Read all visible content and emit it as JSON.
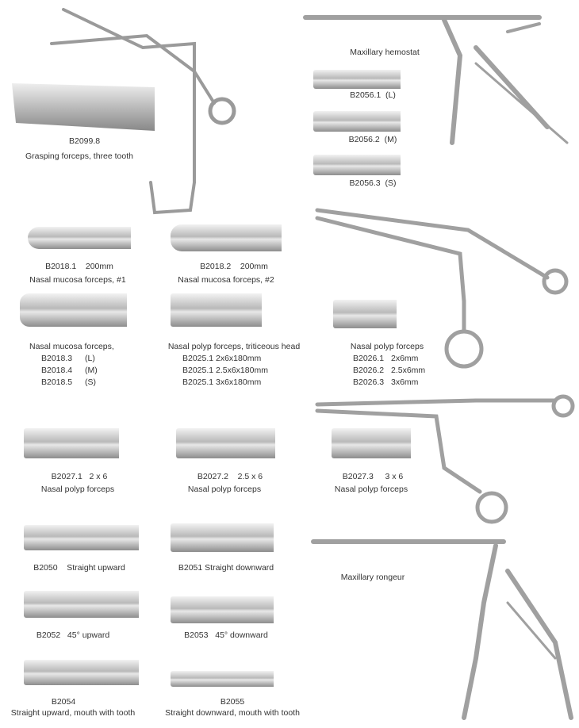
{
  "products": {
    "b2099_8": {
      "code": "B2099.8",
      "name": "Grasping forceps, three tooth"
    },
    "hemostat": {
      "title": "Maxillary hemostat",
      "variants": [
        "B2056.1  (L)",
        "B2056.2  (M)",
        "B2056.3  (S)"
      ]
    },
    "b2018_1": {
      "code": "B2018.1    200mm",
      "name": "Nasal mucosa forceps, #1"
    },
    "b2018_2": {
      "code": "B2018.2    200mm",
      "name": "Nasal mucosa forceps, #2"
    },
    "mucosa": {
      "name": "Nasal mucosa forceps,",
      "rows": [
        [
          "B2018.3",
          "(L)"
        ],
        [
          "B2018.4",
          "(M)"
        ],
        [
          "B2018.5",
          "(S)"
        ]
      ]
    },
    "b2025": {
      "name": "Nasal polyp forceps, triticeous head",
      "rows": [
        [
          "B2025.1",
          "2x6x180mm"
        ],
        [
          "B2025.1",
          "2.5x6x180mm"
        ],
        [
          "B2025.1",
          "3x6x180mm"
        ]
      ]
    },
    "b2026": {
      "name": "Nasal polyp forceps",
      "rows": [
        [
          "B2026.1",
          "2x6mm"
        ],
        [
          "B2026.2",
          "2.5x6mm"
        ],
        [
          "B2026.3",
          "3x6mm"
        ]
      ]
    },
    "b2027_1": {
      "code": "B2027.1   2 x 6",
      "name": "Nasal polyp forceps"
    },
    "b2027_2": {
      "code": "B2027.2    2.5 x 6",
      "name": "Nasal polyp forceps"
    },
    "b2027_3": {
      "code": "B2027.3     3 x 6",
      "name": "Nasal polyp forceps"
    },
    "b2050": {
      "label": "B2050    Straight upward"
    },
    "b2051": {
      "label": "B2051 Straight downward"
    },
    "rongeur": {
      "title": "Maxillary rongeur"
    },
    "b2052": {
      "label": "B2052   45° upward"
    },
    "b2053": {
      "label": "B2053   45° downward"
    },
    "b2054": {
      "code": "B2054",
      "name": "Straight upward, mouth with tooth"
    },
    "b2055": {
      "code": "B2055",
      "name": "Straight downward, mouth with tooth"
    }
  }
}
